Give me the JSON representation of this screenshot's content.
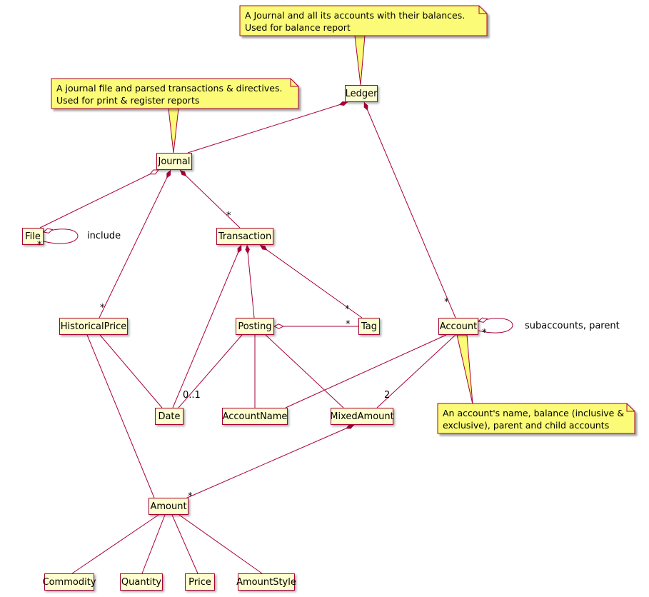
{
  "classes": {
    "ledger": "Ledger",
    "journal": "Journal",
    "file": "File",
    "transaction": "Transaction",
    "historical_price": "HistoricalPrice",
    "posting": "Posting",
    "tag": "Tag",
    "account": "Account",
    "date": "Date",
    "account_name": "AccountName",
    "mixed_amount": "MixedAmount",
    "amount": "Amount",
    "commodity": "Commodity",
    "quantity": "Quantity",
    "price": "Price",
    "amount_style": "AmountStyle"
  },
  "notes": {
    "ledger": {
      "line1": "A Journal and all its accounts with their balances.",
      "line2": "Used for balance report"
    },
    "journal": {
      "line1": "A journal file and parsed transactions & directives.",
      "line2": "Used for print & register reports"
    },
    "account": {
      "line1": "An account's name, balance (inclusive &",
      "line2": "exclusive), parent and child accounts"
    }
  },
  "edge_labels": {
    "file_self": "include",
    "account_self": "subaccounts, parent"
  },
  "multiplicities": {
    "many": "*",
    "zero_or_one": "0..1",
    "two": "2"
  },
  "colors": {
    "class_fill": "#FEFECE",
    "note_fill": "#FBFB77",
    "line": "#A80036",
    "text": "#000000"
  }
}
